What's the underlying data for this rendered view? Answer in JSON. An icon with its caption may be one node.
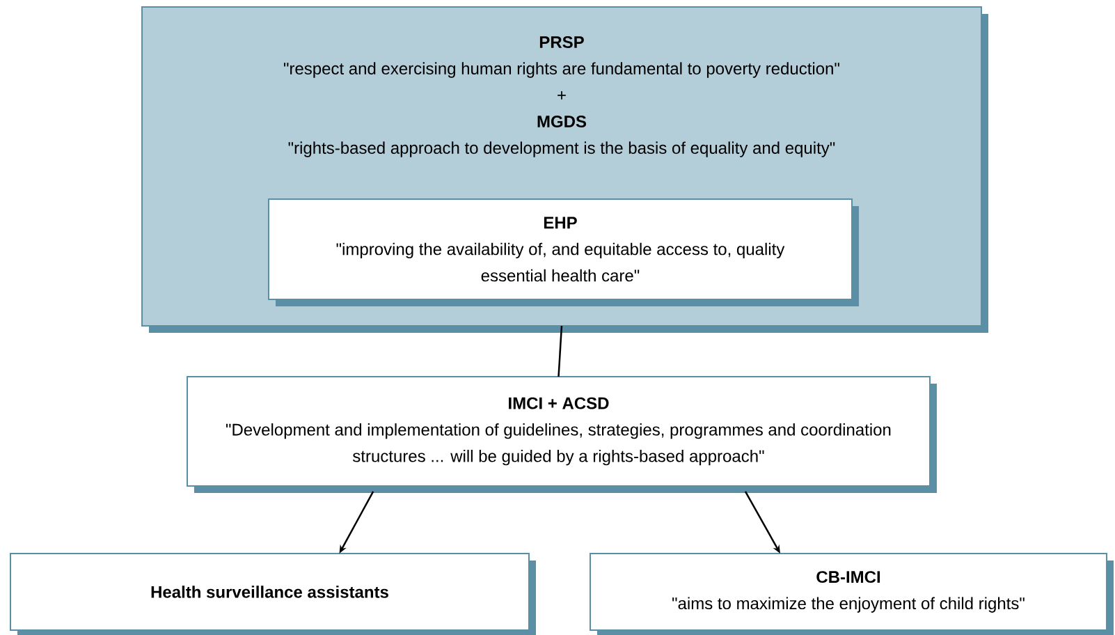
{
  "diagram": {
    "nodes": [
      {
        "text": [
          "PRSP",
          "\"respect and exercising human rights are fundamental to poverty reduction\"",
          "+",
          "MGDS",
          "\"rights-based approach to development is the basis of equality and equity\""
        ]
      },
      {
        "text": [
          "EHP",
          "\"improving the availability of, and equitable access to, quality essential health care\""
        ],
        "in": 0
      },
      {
        "text": [
          "IMCI + ACSD",
          "\"Development and implementation of guidelines, strategies, programmes and coordination structures ... will be guided by a rights-based approach\""
        ]
      },
      {
        "text": [
          "Health surveillance assistants"
        ]
      },
      {
        "text": [
          "CB-IMCI",
          "\"aims to maximize the enjoyment of child rights\""
        ]
      }
    ],
    "edges": [
      {
        "from": 0,
        "to": 2,
        "arrow": "none"
      },
      {
        "from": 2,
        "to": 3,
        "arrow": "to"
      },
      {
        "from": 2,
        "to": 4,
        "arrow": "to"
      }
    ]
  }
}
